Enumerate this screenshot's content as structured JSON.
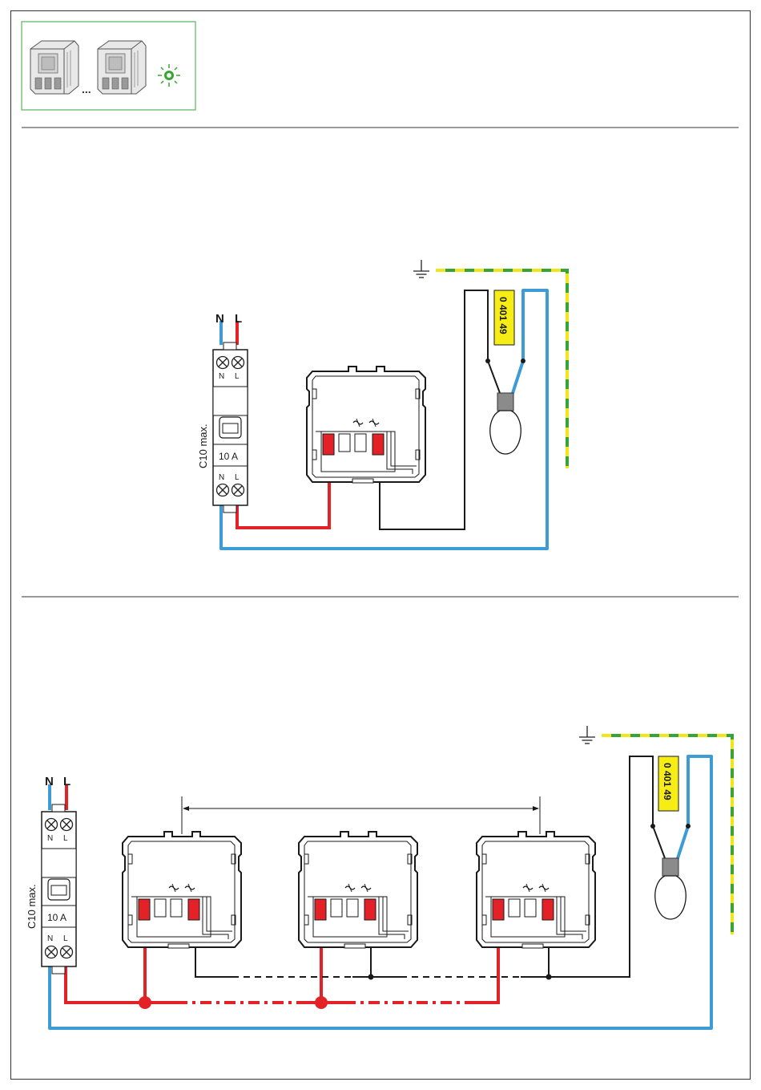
{
  "colors": {
    "phase": "#e32228",
    "neutral": "#3d9bd6",
    "earth_green": "#3aa335",
    "earth_yellow": "#f2e51b",
    "switched": "#1a1a1a",
    "frame_green": "#57b45a",
    "led_green": "#3aa335",
    "tag_yellow": "#f6ec16"
  },
  "icons": [
    "module-icon",
    "module-icon",
    "ellipsis-icon",
    "led-icon",
    "earth-icon",
    "bulb-icon"
  ],
  "header": {
    "ellipsis": "..."
  },
  "diagram1": {
    "breaker": {
      "label_N": "N",
      "label_L": "L",
      "term_N": "N",
      "term_L": "L",
      "rating": "10 A",
      "side": "C10 max."
    },
    "lamp_tag": "0 401 49"
  },
  "diagram2": {
    "breaker": {
      "label_N": "N",
      "label_L": "L",
      "term_N": "N",
      "term_L": "L",
      "rating": "10 A",
      "side": "C10 max."
    },
    "lamp_tag": "0 401 49"
  }
}
